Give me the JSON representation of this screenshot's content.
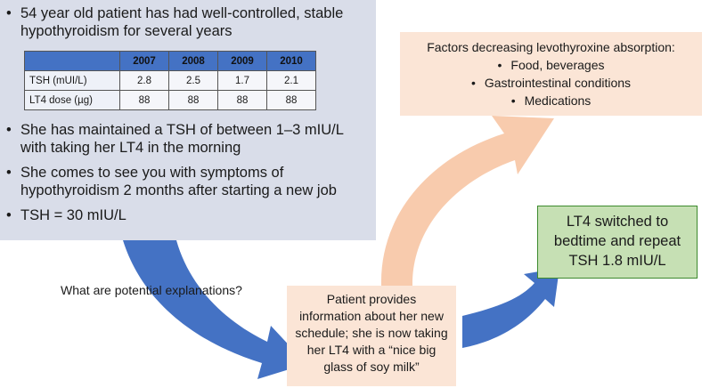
{
  "case": {
    "bullets": [
      "54 year old patient has had well-controlled, stable hypothyroidism for several years",
      "She has maintained a TSH of between 1–3 mIU/L with taking her LT4 in the morning",
      "She comes to see you with symptoms of hypothyroidism 2 months after starting a new job",
      "TSH = 30 mIU/L"
    ],
    "table": {
      "headers": [
        "",
        "2007",
        "2008",
        "2009",
        "2010"
      ],
      "rows": [
        {
          "label": "TSH (mUI/L)",
          "values": [
            "2.8",
            "2.5",
            "1.7",
            "2.1"
          ]
        },
        {
          "label": "LT4 dose (µg)",
          "values": [
            "88",
            "88",
            "88",
            "88"
          ]
        }
      ]
    }
  },
  "question": "What are potential explanations?",
  "factors": {
    "title": "Factors decreasing levothyroxine absorption:",
    "items": [
      "Food, beverages",
      "Gastrointestinal conditions",
      "Medications"
    ]
  },
  "patient_info": {
    "lines": [
      "Patient provides",
      "information about her new",
      "schedule; she is now taking",
      "her LT4 with a “nice big",
      "glass of soy milk”"
    ]
  },
  "result": {
    "lines": [
      "LT4 switched to",
      "bedtime and repeat",
      "TSH 1.8 mIU/L"
    ]
  },
  "colors": {
    "case_panel": "#d9dde9",
    "table_header": "#4472c4",
    "peach_box": "#fbe5d6",
    "peach_arrow": "#f8cbad",
    "green_box": "#c6e0b4",
    "green_border": "#3d8a2e",
    "blue_arrow": "#4472c4"
  }
}
